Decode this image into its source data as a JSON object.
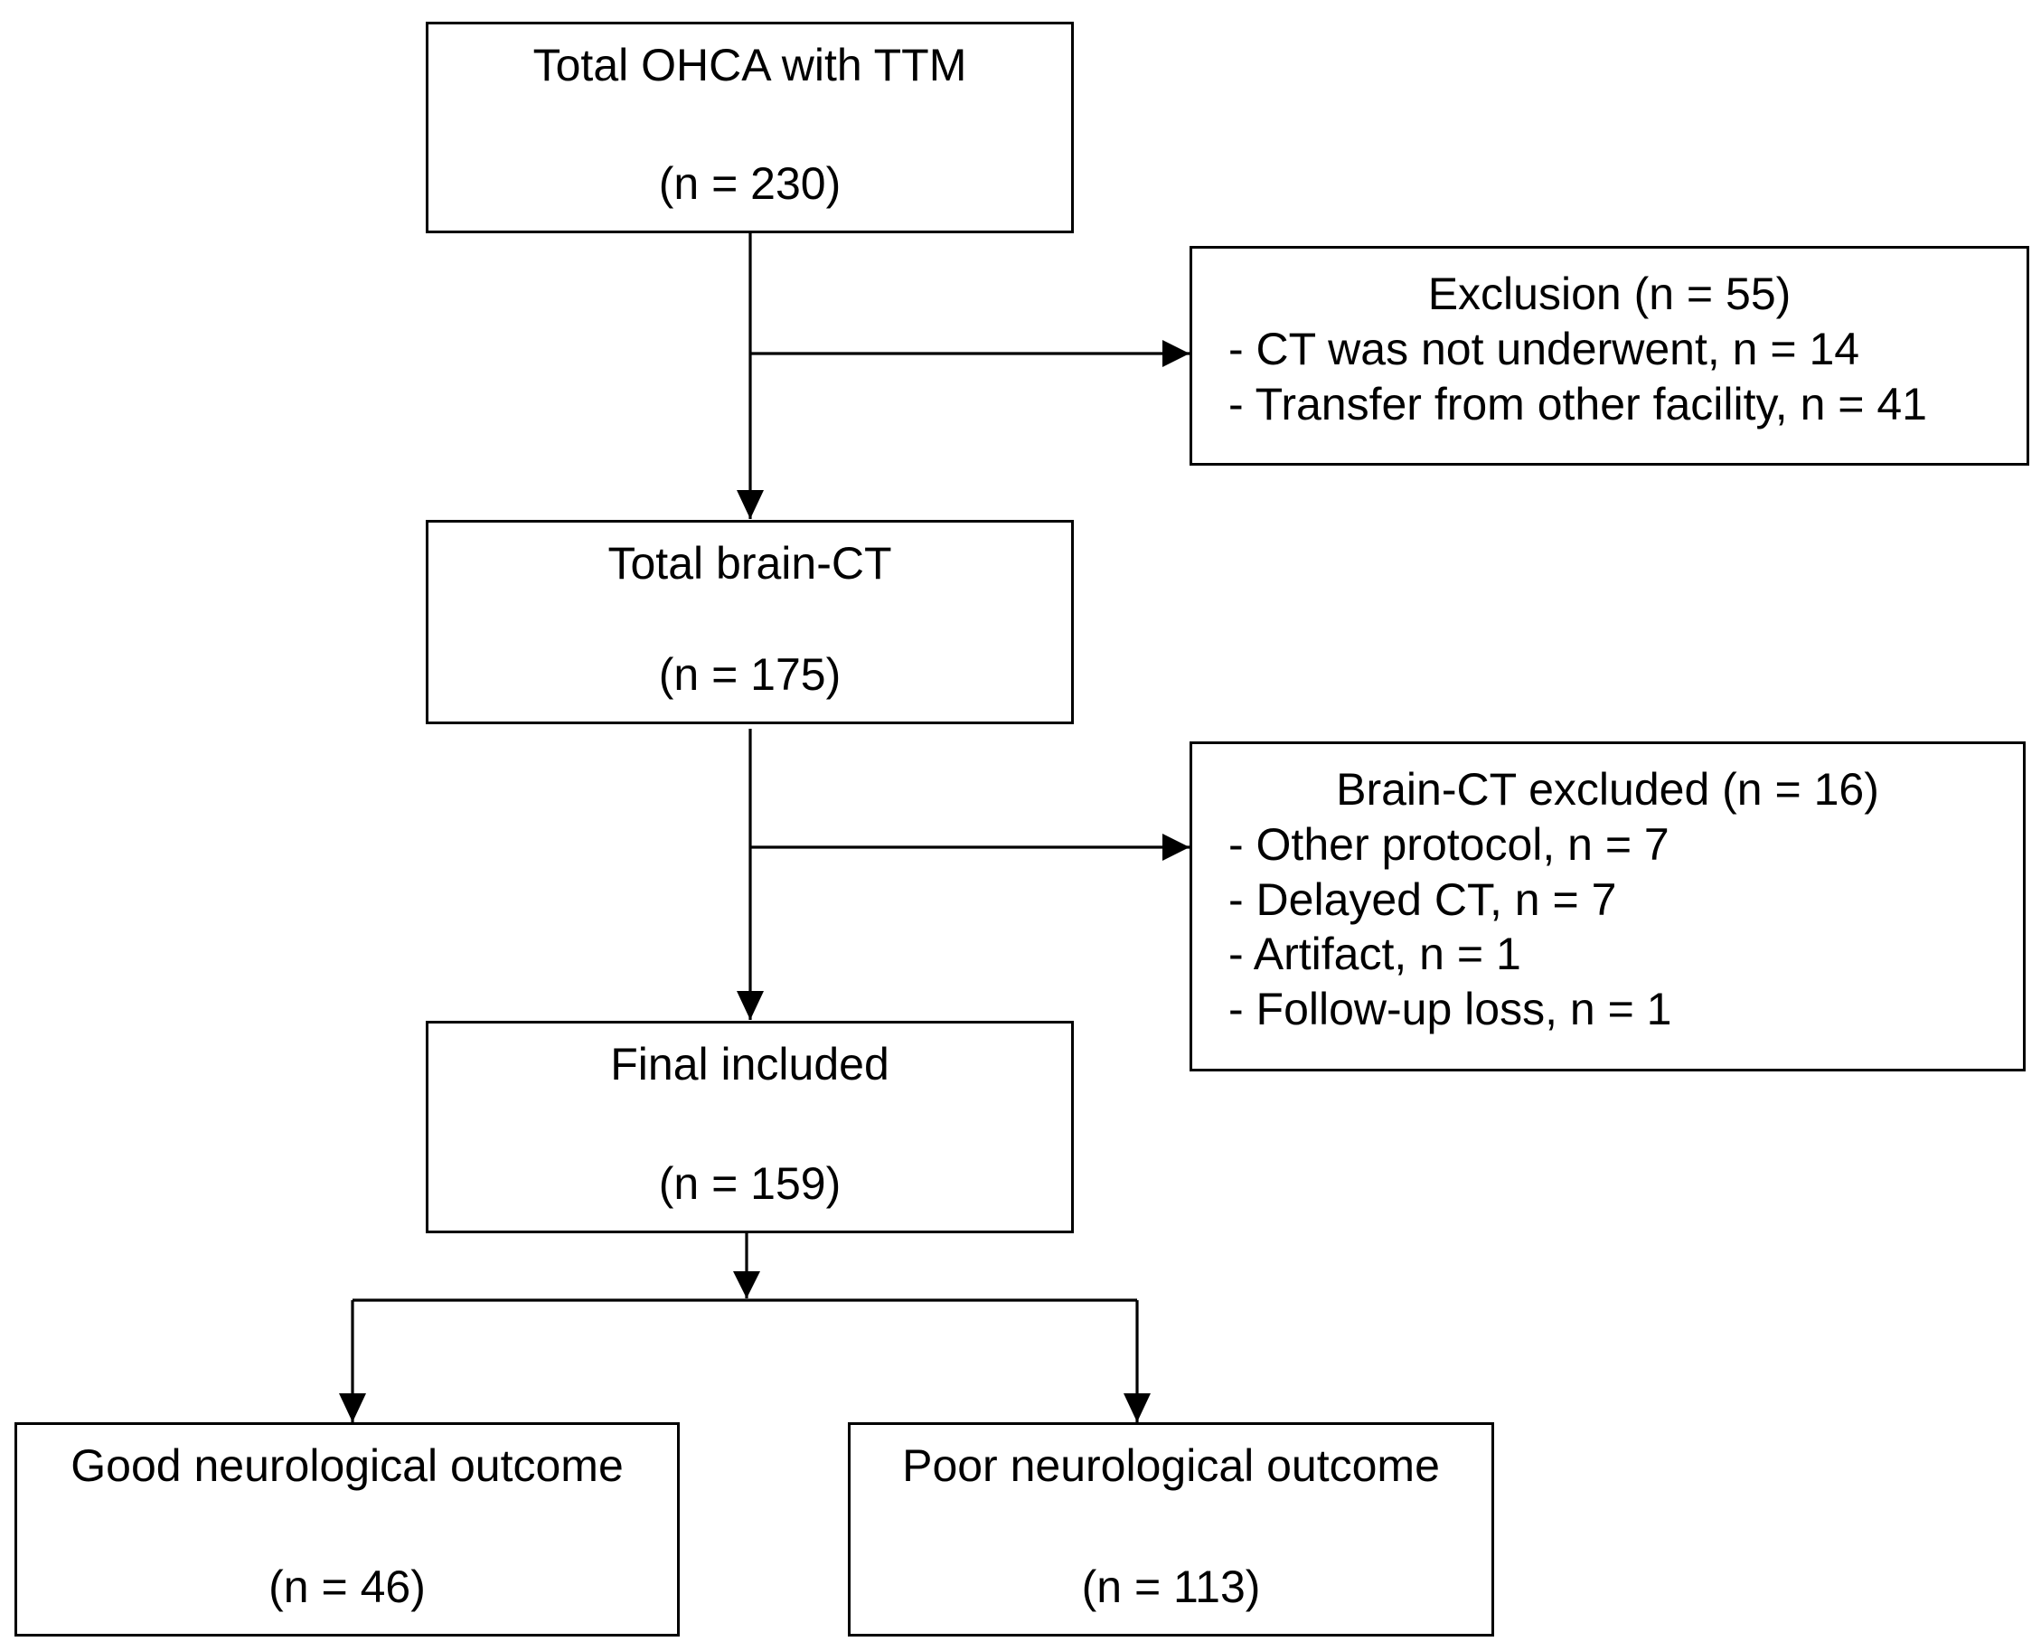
{
  "boxes": {
    "total": {
      "title": "Total OHCA with TTM",
      "count": "(n = 230)"
    },
    "exclusion": {
      "title": "Exclusion (n = 55)",
      "items": [
        "- CT was not underwent, n = 14",
        "- Transfer from other facility, n = 41"
      ]
    },
    "brain_ct": {
      "title": "Total brain-CT",
      "count": "(n = 175)"
    },
    "brain_ct_excluded": {
      "title": "Brain-CT excluded (n = 16)",
      "items": [
        "- Other protocol, n = 7",
        "- Delayed CT, n = 7",
        "- Artifact, n = 1",
        "- Follow-up loss, n = 1"
      ]
    },
    "final": {
      "title": "Final included",
      "count": "(n = 159)"
    },
    "good": {
      "title": "Good neurological outcome",
      "count": "(n = 46)"
    },
    "poor": {
      "title": "Poor neurological outcome",
      "count": "(n = 113)"
    }
  },
  "colors": {
    "line": "#000000",
    "background": "#ffffff"
  }
}
